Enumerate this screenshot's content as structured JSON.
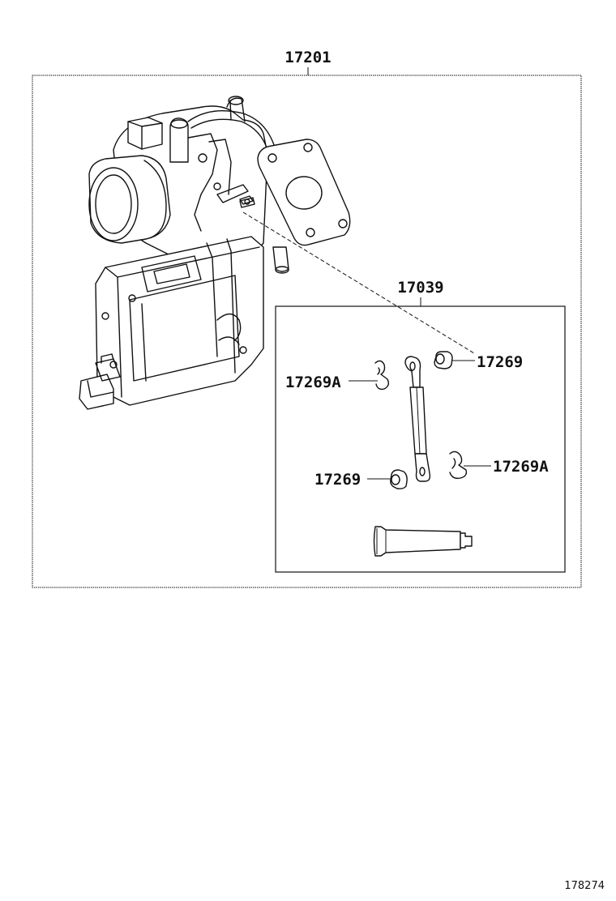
{
  "diagram": {
    "labels": {
      "assembly": "17201",
      "kit": "17039",
      "bushing_top": "17269",
      "clip_left": "17269A",
      "bushing_bottom": "17269",
      "clip_right": "17269A"
    },
    "figure_id": "178274"
  }
}
